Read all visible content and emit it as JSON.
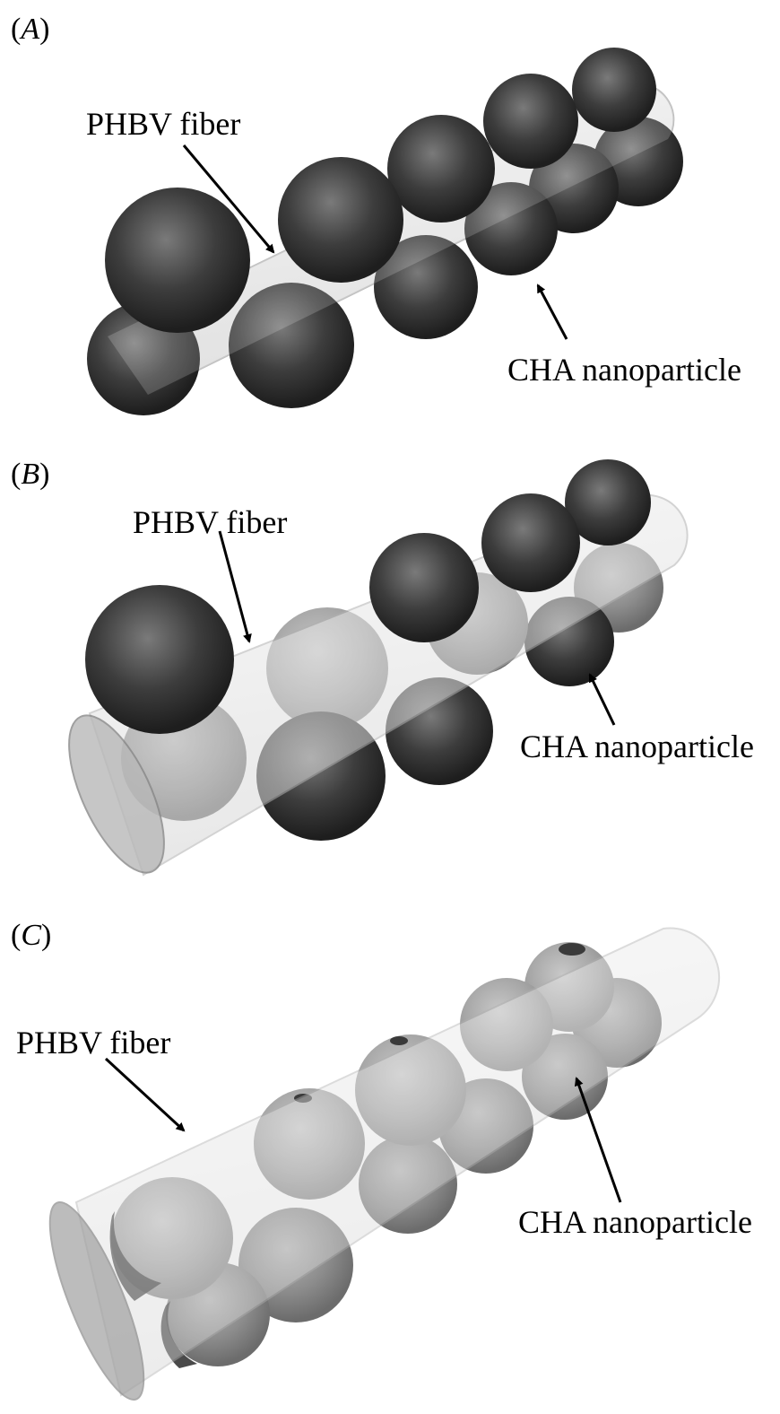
{
  "panels": [
    {
      "id": "A",
      "label": "(A)",
      "fiber_label": "PHBV fiber",
      "particle_label": "CHA nanoparticle"
    },
    {
      "id": "B",
      "label": "(B)",
      "fiber_label": "PHBV fiber",
      "particle_label": "CHA nanoparticle"
    },
    {
      "id": "C",
      "label": "(C)",
      "fiber_label": "PHBV fiber",
      "particle_label": "CHA nanoparticle"
    }
  ],
  "colors": {
    "fiber_fill": "#e6e6e6",
    "fiber_stroke": "#b5b5b5",
    "particle_dark": "#3a3a3a",
    "particle_mid": "#8a8a8a",
    "particle_light": "#a8a8a8"
  }
}
